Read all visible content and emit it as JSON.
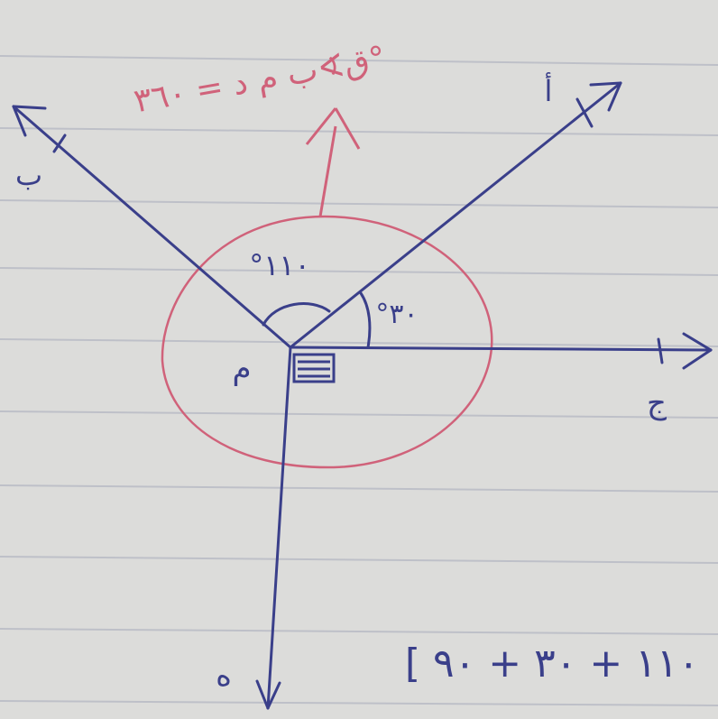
{
  "diagram": {
    "point_label": "م",
    "rays": [
      {
        "id": "ray-a",
        "label": "أ"
      },
      {
        "id": "ray-b",
        "label": "ب"
      },
      {
        "id": "ray-c",
        "label": "ج"
      },
      {
        "id": "ray-d",
        "label": "د"
      },
      {
        "id": "ray-h",
        "label": "ه"
      }
    ],
    "angles": {
      "small": "°٣٠",
      "large": "°١١٠"
    },
    "answer_text": "ق∢ب م د = ٣٦٠°",
    "bracket_text": "[ ١١٠ + ٣٠ + ٩٠"
  },
  "colors": {
    "ink_blue": "#3a3f8a",
    "ink_red": "#d0627a",
    "paper": "#dcdcda",
    "rule_line": "#b9bcc6"
  }
}
